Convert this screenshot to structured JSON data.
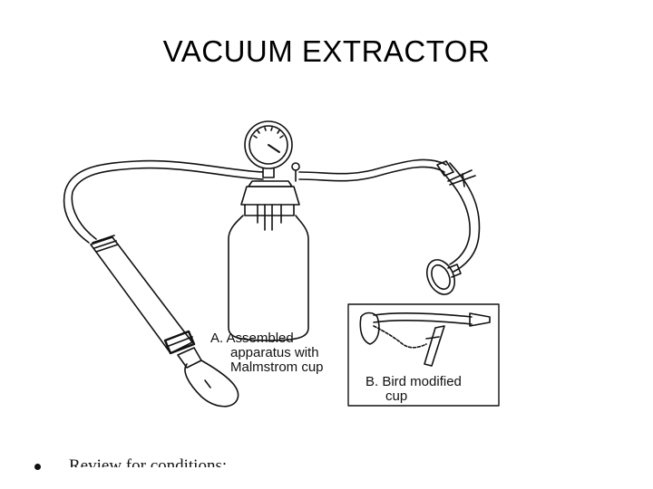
{
  "slide": {
    "title": "VACUUM EXTRACTOR"
  },
  "figure": {
    "label_a": {
      "letter": "A. Assembled",
      "line2": "apparatus with",
      "line3": "Malmstrom cup"
    },
    "label_b": {
      "line1": "B. Bird modified",
      "line2": "cup"
    }
  },
  "bullets": [
    {
      "text": "Review for conditions:"
    }
  ]
}
